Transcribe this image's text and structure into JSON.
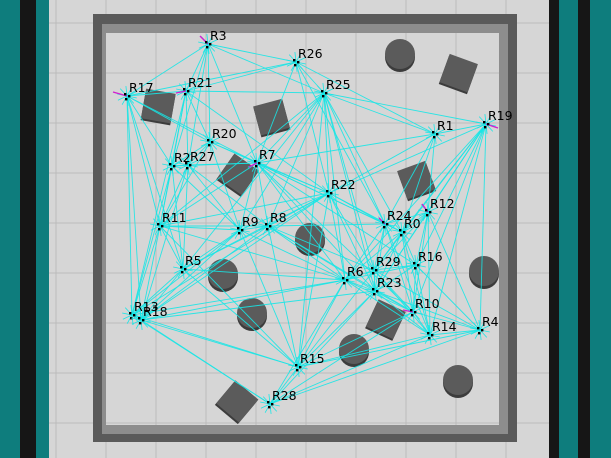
{
  "scene": {
    "colors": {
      "floor": "#d6d6d6",
      "grid": "#bcbcbc",
      "wall_dark": "#5a5a5a",
      "wall_light": "#8d8d8d",
      "side_teal": "#0e7d7d",
      "side_dark": "#161616",
      "ray": "#17e6e6",
      "heading": "#d01ed0",
      "obstacle": "#5b5b5b",
      "label": "#000000"
    },
    "robots": [
      {
        "id": "R0",
        "label": "R0"
      },
      {
        "id": "R1",
        "label": "R1"
      },
      {
        "id": "R2",
        "label": "R2"
      },
      {
        "id": "R3",
        "label": "R3"
      },
      {
        "id": "R4",
        "label": "R4"
      },
      {
        "id": "R5",
        "label": "R5"
      },
      {
        "id": "R6",
        "label": "R6"
      },
      {
        "id": "R7",
        "label": "R7"
      },
      {
        "id": "R8",
        "label": "R8"
      },
      {
        "id": "R9",
        "label": "R9"
      },
      {
        "id": "R10",
        "label": "R10"
      },
      {
        "id": "R11",
        "label": "R11"
      },
      {
        "id": "R12",
        "label": "R12"
      },
      {
        "id": "R13",
        "label": "R13"
      },
      {
        "id": "R14",
        "label": "R14"
      },
      {
        "id": "R15",
        "label": "R15"
      },
      {
        "id": "R16",
        "label": "R16"
      },
      {
        "id": "R17",
        "label": "R17"
      },
      {
        "id": "R18",
        "label": "R18"
      },
      {
        "id": "R19",
        "label": "R19"
      },
      {
        "id": "R20",
        "label": "R20"
      },
      {
        "id": "R21",
        "label": "R21"
      },
      {
        "id": "R22",
        "label": "R22"
      },
      {
        "id": "R23",
        "label": "R23"
      },
      {
        "id": "R24",
        "label": "R24"
      },
      {
        "id": "R25",
        "label": "R25"
      },
      {
        "id": "R26",
        "label": "R26"
      },
      {
        "id": "R27",
        "label": "R27"
      },
      {
        "id": "R28",
        "label": "R28"
      },
      {
        "id": "R29",
        "label": "R29"
      }
    ],
    "obstacles": [
      {
        "id": "cyl-1",
        "shape": "cylinder"
      },
      {
        "id": "cyl-2",
        "shape": "cylinder"
      },
      {
        "id": "cyl-3",
        "shape": "cylinder"
      },
      {
        "id": "cyl-4",
        "shape": "cylinder"
      },
      {
        "id": "cyl-5",
        "shape": "cylinder"
      },
      {
        "id": "cyl-6",
        "shape": "cylinder"
      },
      {
        "id": "cyl-7",
        "shape": "cylinder"
      },
      {
        "id": "box-1",
        "shape": "box"
      },
      {
        "id": "box-2",
        "shape": "box"
      },
      {
        "id": "box-3",
        "shape": "box"
      },
      {
        "id": "box-4",
        "shape": "box"
      },
      {
        "id": "box-5",
        "shape": "box"
      },
      {
        "id": "box-6",
        "shape": "box"
      },
      {
        "id": "box-7",
        "shape": "box"
      }
    ]
  }
}
